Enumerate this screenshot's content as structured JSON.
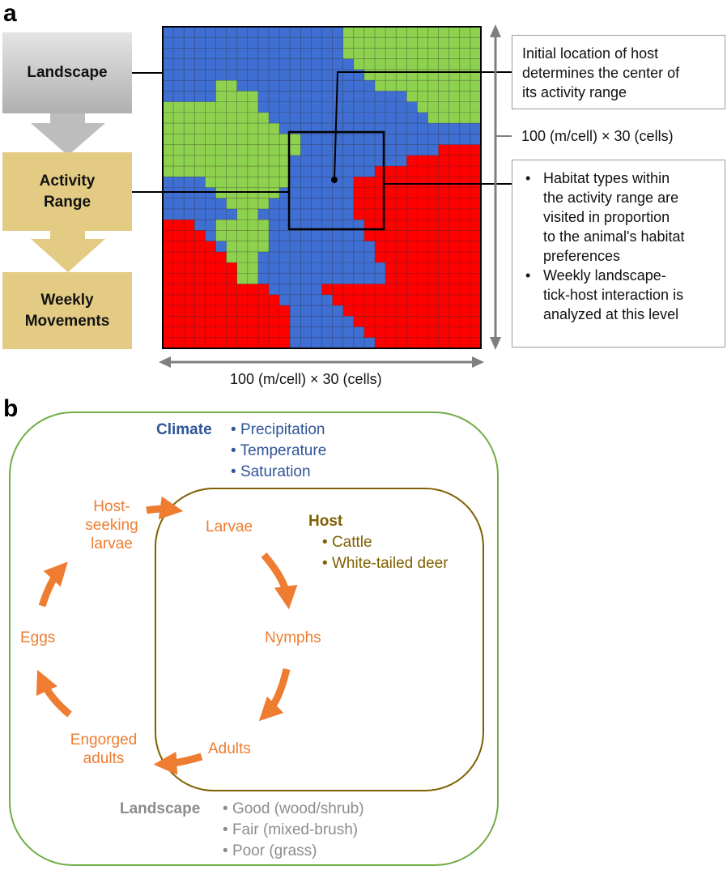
{
  "panel_a": {
    "label": "a",
    "flow": {
      "landscape": "Landscape",
      "activity_line1": "Activity",
      "activity_line2": "Range",
      "weekly_line1": "Weekly",
      "weekly_line2": "Movements"
    },
    "callout_top": {
      "line1": "Initial location of host",
      "line2": "determines the center of",
      "line3": "its activity range"
    },
    "callout_bottom": {
      "bullet1_line1": "Habitat types within",
      "bullet1_line2": "the activity range are",
      "bullet1_line3": "visited in proportion",
      "bullet1_line4": "to the animal's habitat",
      "bullet1_line5": "preferences",
      "bullet2_line1": "Weekly landscape-",
      "bullet2_line2": "tick-host interaction is",
      "bullet2_line3": "analyzed at this level"
    },
    "dim_vertical": "100 (m/cell) × 30 (cells)",
    "dim_horizontal": "100 (m/cell) × 30 (cells)",
    "grid_colors": {
      "blue": "#3f6fd2",
      "green": "#8ed14f",
      "red": "#ff0000"
    }
  },
  "panel_b": {
    "label": "b",
    "climate": {
      "title": "Climate",
      "items": [
        "Precipitation",
        "Temperature",
        "Saturation"
      ],
      "color": "#2f5597"
    },
    "host": {
      "title": "Host",
      "items": [
        "Cattle",
        "White-tailed deer"
      ],
      "color": "#7f6000"
    },
    "landscape": {
      "title": "Landscape",
      "items": [
        "Good (wood/shrub)",
        "Fair (mixed-brush)",
        "Poor (grass)"
      ],
      "color": "#8c8c8c"
    },
    "stages": {
      "host_seeking_l1": "Host-",
      "host_seeking_l2": "seeking",
      "host_seeking_l3": "larvae",
      "larvae": "Larvae",
      "nymphs": "Nymphs",
      "adults": "Adults",
      "engorged_l1": "Engorged",
      "engorged_l2": "adults",
      "eggs": "Eggs"
    },
    "colors": {
      "outer_border": "#70ad47",
      "inner_border": "#7f6000",
      "arrow": "#ee7d31"
    }
  }
}
